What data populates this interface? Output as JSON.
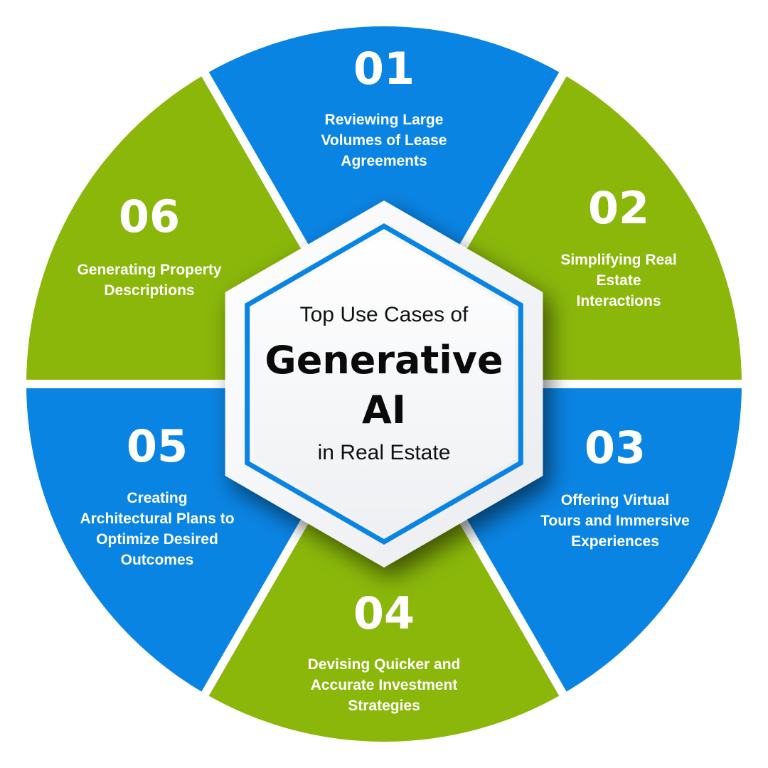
{
  "colors": {
    "blue": "#0a84e3",
    "green": "#8ab70a",
    "divider": "#ffffff",
    "hex_ring": "#0a84e3"
  },
  "center": {
    "line_top": "Top Use Cases of",
    "line_main_1": "Generative",
    "line_main_2": "AI",
    "line_bottom": "in Real Estate"
  },
  "segments": [
    {
      "number": "01",
      "color": "blue",
      "lines": [
        "Reviewing Large",
        "Volumes of Lease",
        "Agreements"
      ]
    },
    {
      "number": "02",
      "color": "green",
      "lines": [
        "Simplifying Real",
        "Estate",
        "Interactions"
      ]
    },
    {
      "number": "03",
      "color": "blue",
      "lines": [
        "Offering Virtual",
        "Tours and Immersive",
        "Experiences"
      ]
    },
    {
      "number": "04",
      "color": "green",
      "lines": [
        "Devising Quicker and",
        "Accurate Investment",
        "Strategies"
      ]
    },
    {
      "number": "05",
      "color": "blue",
      "lines": [
        "Creating",
        "Architectural Plans to",
        "Optimize Desired",
        "Outcomes"
      ]
    },
    {
      "number": "06",
      "color": "green",
      "lines": [
        "Generating Property",
        "Descriptions"
      ]
    }
  ]
}
